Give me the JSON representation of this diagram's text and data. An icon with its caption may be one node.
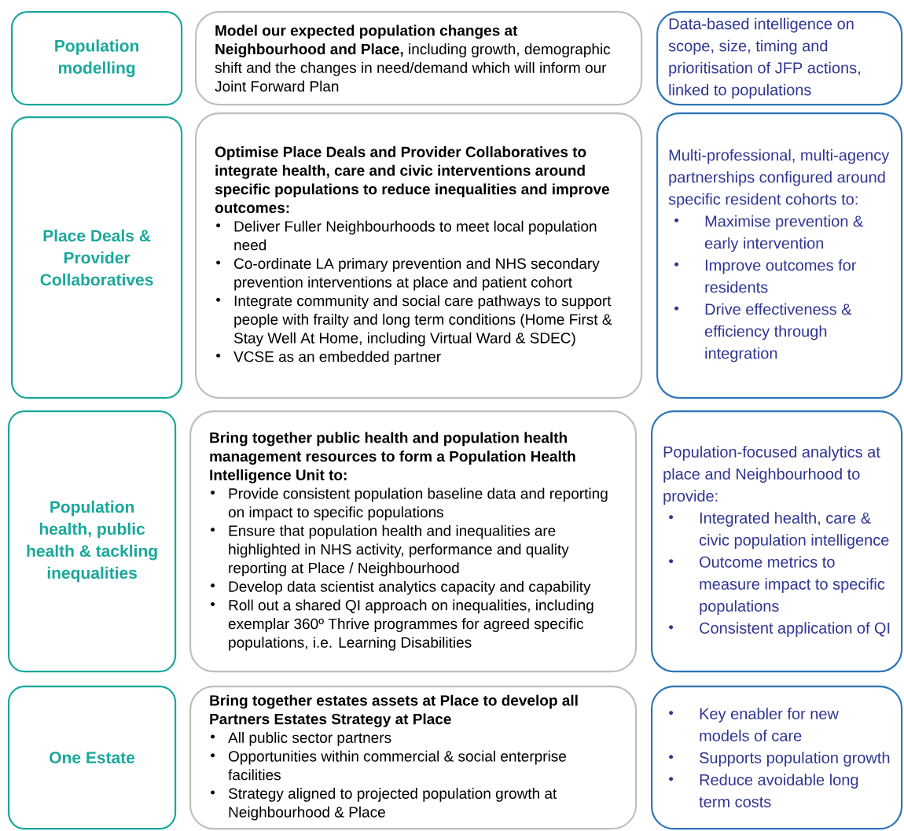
{
  "diagram": {
    "nodes": [
      {
        "text": [
          "Population modelling"
        ]
      },
      {
        "text": [
          "**Model our expected population changes at Neighbourhood and Place,** including growth, demographic shift and the changes in need/demand which will inform our Joint Forward Plan"
        ]
      },
      {
        "text": [
          "Data-based intelligence on scope, size, timing and prioritisation of JFP actions, linked to populations"
        ]
      },
      {
        "text": [
          "Place Deals & Provider Collaboratives"
        ]
      },
      {
        "text": [
          "Optimise Place Deals and Provider Collaboratives to integrate health, care and civic interventions around specific populations to reduce inequalities and improve outcomes:",
          "Deliver Fuller Neighbourhoods to meet local population need",
          "Co-ordinate LA primary prevention and NHS secondary prevention interventions at place and patient cohort",
          "Integrate community and social care pathways to support people with frailty and long term conditions (Home First & Stay Well At Home, including Virtual Ward & SDEC)",
          "VCSE as an embedded partner"
        ]
      },
      {
        "text": [
          "Multi-professional, multi-agency partnerships configured around specific resident cohorts to:",
          "Maximise prevention & early intervention",
          "Improve outcomes for residents",
          "Drive effectiveness & efficiency through integration"
        ]
      },
      {
        "text": [
          "Population health, public health & tackling inequalities"
        ]
      },
      {
        "text": [
          "Bring together public health and population health management resources to form a Population Health Intelligence Unit to:",
          "Provide consistent population baseline data and reporting on impact to specific populations",
          "Ensure that population health and inequalities are highlighted in NHS activity, performance and quality reporting at Place / Neighbourhood",
          "Develop data scientist analytics capacity and capability",
          "Roll out a shared QI approach on inequalities, including exemplar 360º Thrive programmes for agreed specific populations, i.e. Learning Disabilities"
        ]
      },
      {
        "text": [
          "Population-focused analytics at place and Neighbourhood to provide:",
          "Integrated health, care & civic population intelligence",
          "Outcome metrics to measure impact to specific populations",
          "Consistent application of QI"
        ]
      },
      {
        "text": [
          "One Estate"
        ]
      },
      {
        "text": [
          "Bring together estates assets at Place to develop all Partners Estates Strategy at Place",
          "All public sector partners",
          "Opportunities within commercial & social enterprise facilities",
          "Strategy aligned to projected population growth at Neighbourhood & Place"
        ]
      },
      {
        "text": [
          "Key enabler for new models of care",
          "Supports population growth",
          "Reduce avoidable long term costs"
        ]
      }
    ],
    "edges": []
  }
}
